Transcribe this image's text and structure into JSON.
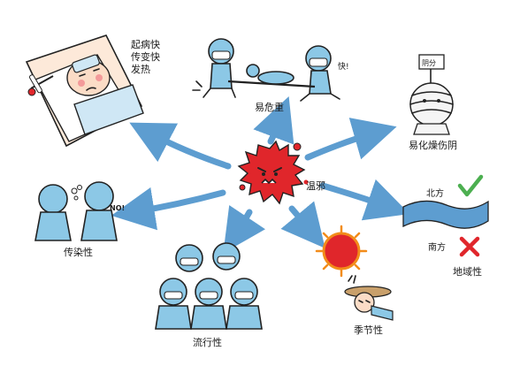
{
  "center": {
    "label": "温邪",
    "color": "#e0262b"
  },
  "arrow_color": "#5d9dd0",
  "figure_color": "#8cc8e6",
  "nodes": {
    "fever": {
      "line1": "起病快",
      "line2": "传变快",
      "line3": "发热"
    },
    "critical": {
      "label": "易危重",
      "shout": "快!"
    },
    "yin": {
      "label": "易化燥伤阴",
      "sign": "阴分"
    },
    "region": {
      "north": "北方",
      "south": "南方",
      "label": "地域性"
    },
    "contagious": {
      "label": "传染性",
      "speech": "NO!"
    },
    "epidemic": {
      "label": "流行性"
    },
    "seasonal": {
      "label": "季节性"
    }
  }
}
